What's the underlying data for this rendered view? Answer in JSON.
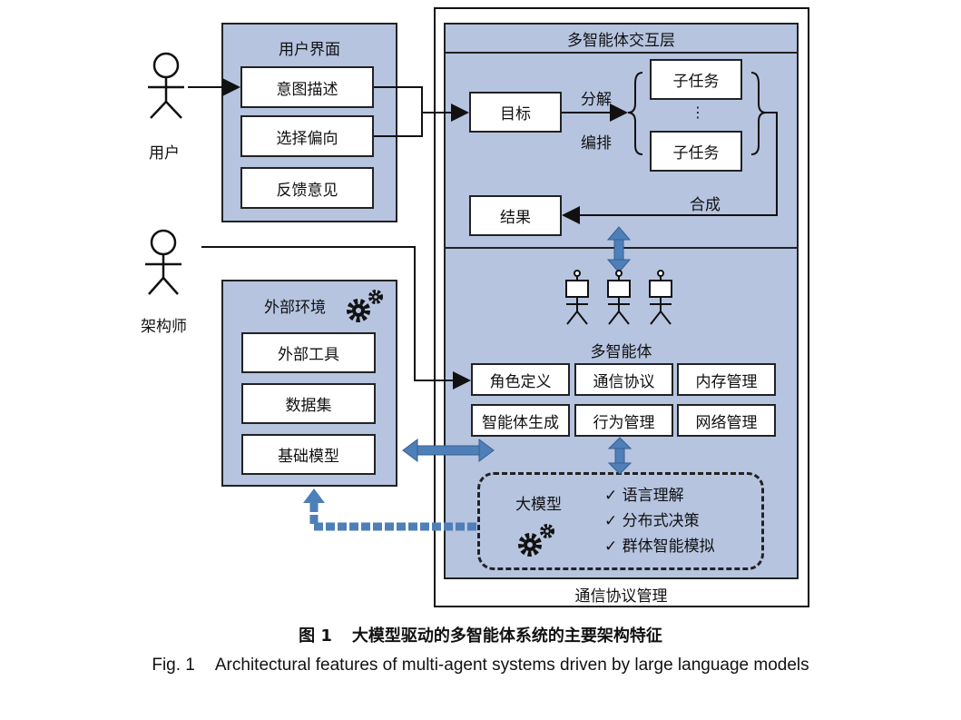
{
  "user_interface": {
    "title": "用户界面",
    "items": [
      "意图描述",
      "选择偏向",
      "反馈意见"
    ]
  },
  "actors": {
    "user": "用户",
    "architect": "架构师"
  },
  "external_env": {
    "title": "外部环境",
    "items": [
      "外部工具",
      "数据集",
      "基础模型"
    ]
  },
  "interaction_layer": {
    "title": "多智能体交互层",
    "goal": "目标",
    "decompose": "分解",
    "orchestrate": "编排",
    "subtask_1": "子任务",
    "ellipsis": "⋮",
    "subtask_2": "子任务",
    "synthesize": "合成",
    "result": "结果"
  },
  "multi_agent": {
    "title": "多智能体",
    "modules": [
      "角色定义",
      "通信协议",
      "内存管理",
      "智能体生成",
      "行为管理",
      "网络管理"
    ]
  },
  "llm": {
    "title": "大模型",
    "capabilities": [
      "✓ 语言理解",
      "✓ 分布式决策",
      "✓ 群体智能模拟"
    ]
  },
  "footer_label": "通信协议管理",
  "caption": {
    "cn_num": "图 1",
    "cn_text": "大模型驱动的多智能体系统的主要架构特征",
    "en_num": "Fig. 1",
    "en_text": "Architectural features of multi-agent systems driven by large language models"
  },
  "colors": {
    "panel": "#b6c4e0",
    "arrow_blue": "#4f7fb8"
  }
}
